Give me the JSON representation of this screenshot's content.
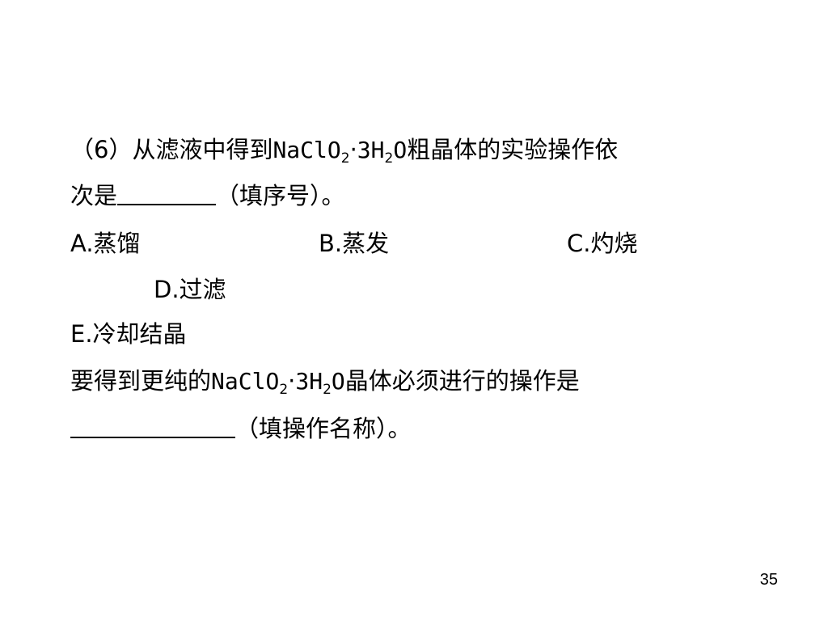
{
  "question": {
    "line1": {
      "prefix": "（6）从滤液中得到",
      "formula_a": "NaClO",
      "sub_a": "2",
      "dot": "·",
      "formula_b": "3H",
      "sub_b": "2",
      "formula_c": "O",
      "suffix": "粗晶体的实验操作依"
    },
    "line2": {
      "prefix": "次是",
      "suffix": "（填序号）。"
    },
    "options": {
      "a": "A.蒸馏",
      "b": "B.蒸发",
      "c": "C.灼烧",
      "d": "D.过滤",
      "e": "E.冷却结晶"
    },
    "line6": {
      "prefix": "要得到更纯的",
      "formula_a": "NaClO",
      "sub_a": "2",
      "dot": "·",
      "formula_b": "3H",
      "sub_b": "2",
      "formula_c": "O",
      "suffix": "晶体必须进行的操作是"
    },
    "line7": {
      "suffix": "（填操作名称）。"
    }
  },
  "page_number": "35"
}
